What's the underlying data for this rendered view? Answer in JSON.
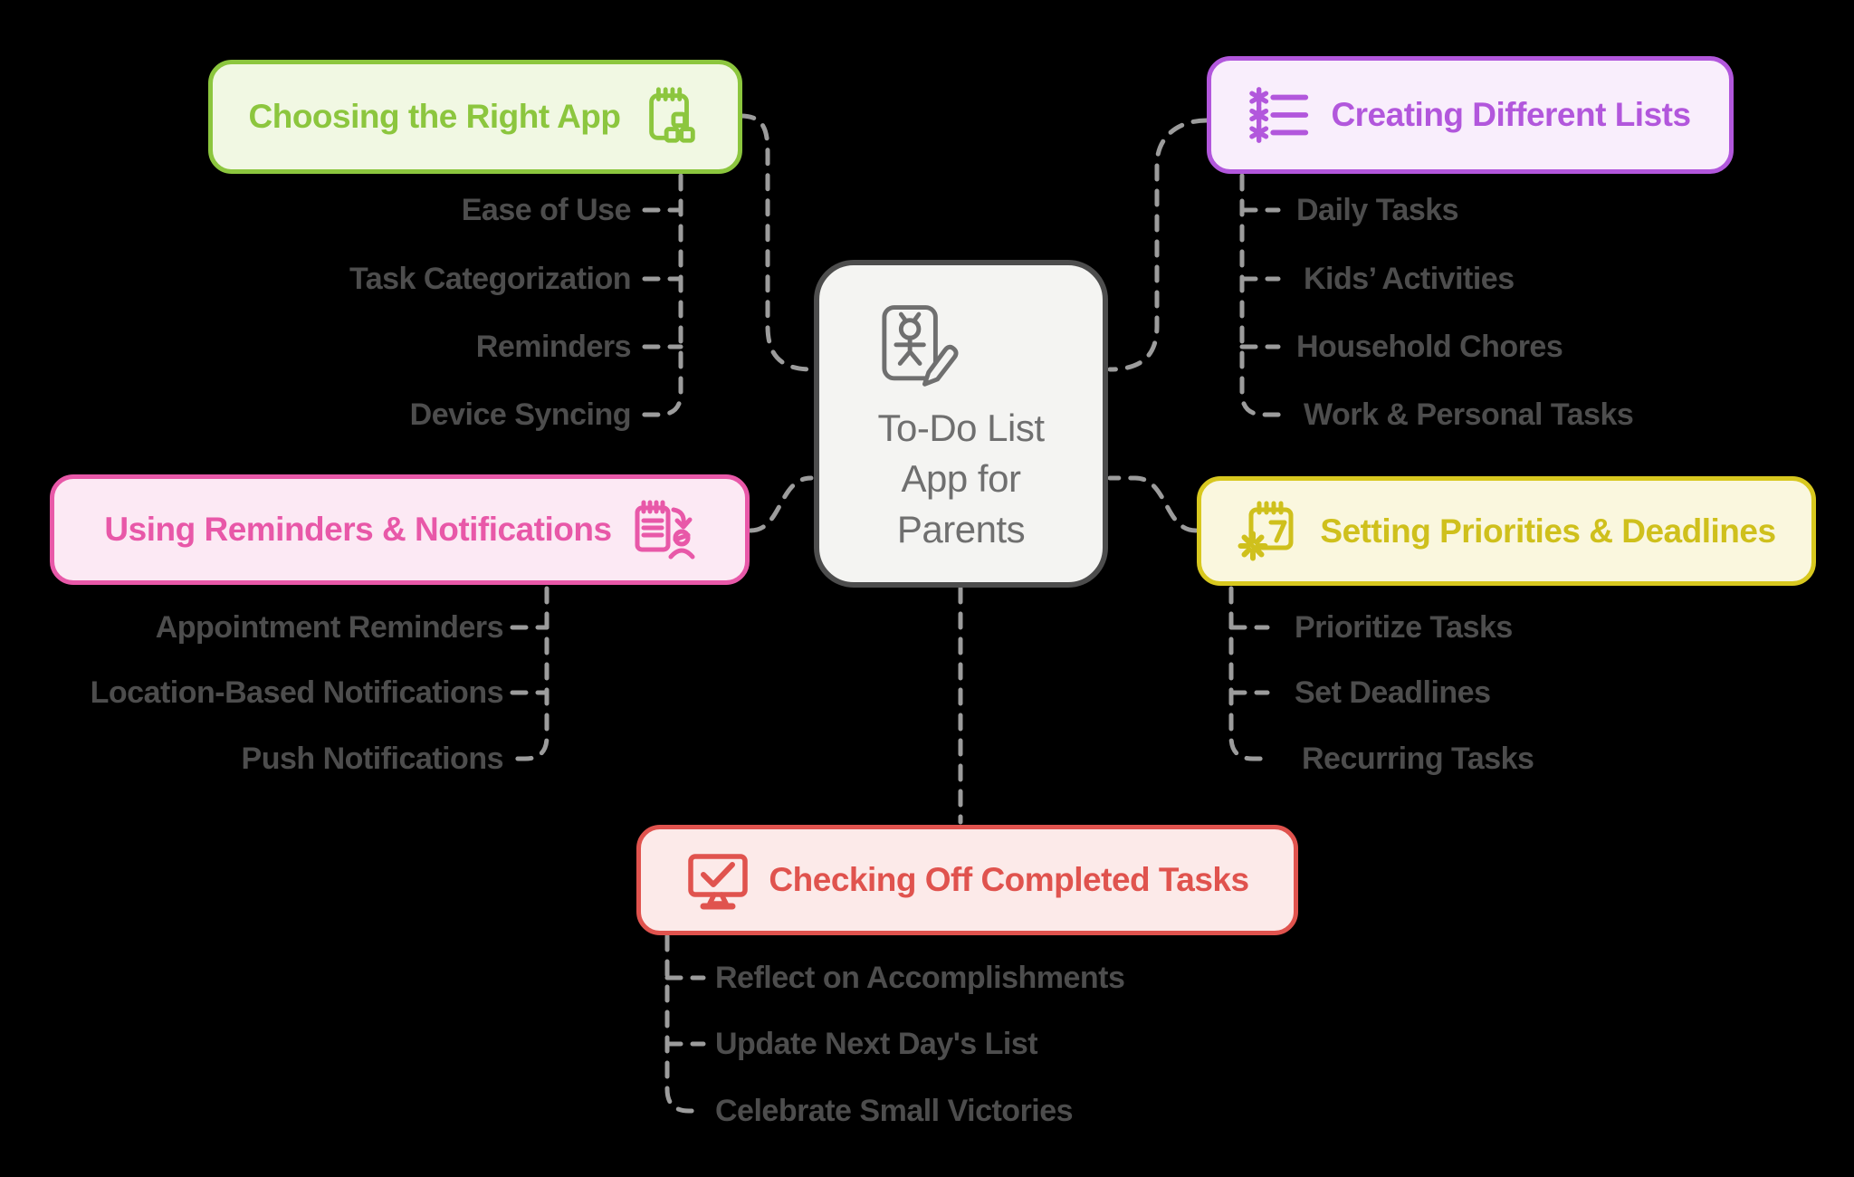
{
  "diagram_title": "To-Do List App for Parents",
  "center": {
    "label_lines": [
      "To-Do List",
      "App for",
      "Parents"
    ],
    "icon": "person-pencil-card-icon",
    "border_color": "#4D4D4D",
    "background": "#F4F4F2",
    "text_color": "#6F6F6F"
  },
  "branches": [
    {
      "label": "Choosing the Right App",
      "icon": "notepad-hierarchy-icon",
      "accent": "#8CC63E",
      "background": "#F1F8E3",
      "items": [
        "Ease of Use",
        "Task Categorization",
        "Reminders",
        "Device Syncing"
      ]
    },
    {
      "label": "Creating Different Lists",
      "icon": "bulleted-list-icon",
      "accent": "#B257DC",
      "background": "#F9EEFC",
      "items": [
        "Daily Tasks",
        "Kids’ Activities",
        "Household Chores",
        "Work & Personal Tasks"
      ]
    },
    {
      "label": "Using Reminders & Notifications",
      "icon": "clipboard-sync-person-icon",
      "accent": "#E858A8",
      "background": "#FCE9F4",
      "items": [
        "Appointment Reminders",
        "Location-Based Notifications",
        "Push Notifications"
      ]
    },
    {
      "label": "Setting Priorities & Deadlines",
      "icon": "calendar-gear-icon",
      "accent": "#D8C81F",
      "background": "#FAF7DE",
      "items": [
        "Prioritize Tasks",
        "Set Deadlines",
        "Recurring Tasks"
      ]
    },
    {
      "label": "Checking Off Completed Tasks",
      "icon": "monitor-check-icon",
      "accent": "#E0534E",
      "background": "#FCEAE9",
      "items": [
        "Reflect on Accomplishments",
        "Update Next Day's List",
        "Celebrate Small Victories"
      ]
    }
  ],
  "connector_color": "#9C9C9C",
  "item_text_color": "#4D4D4D"
}
